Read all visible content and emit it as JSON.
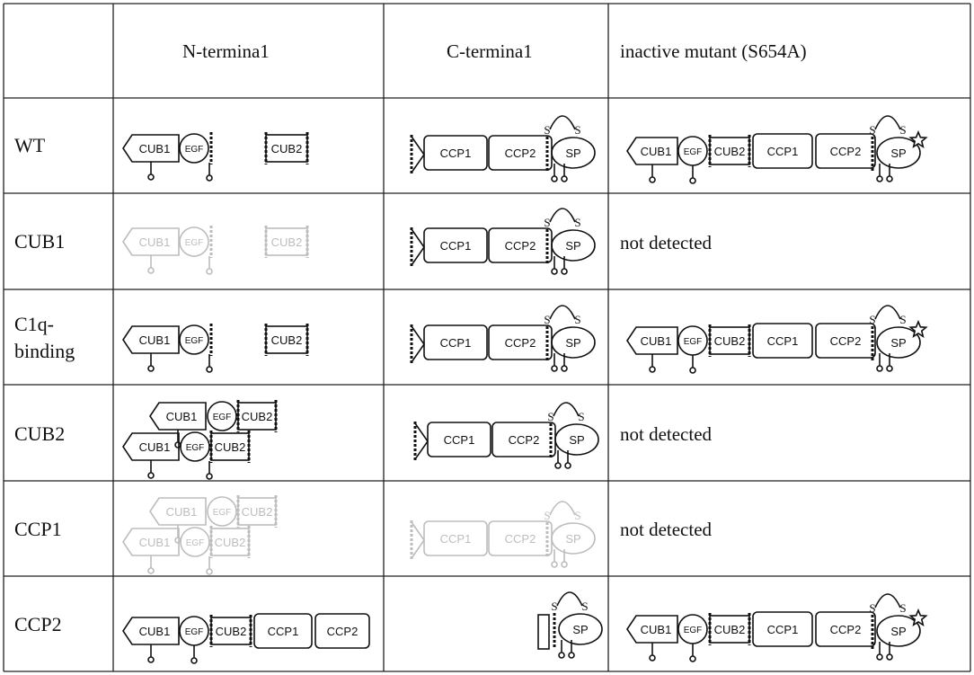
{
  "header": {
    "col1": "N-termina1",
    "col2": "C-termina1",
    "col3": "inactive mutant (S654A)"
  },
  "rows": [
    {
      "label": "WT"
    },
    {
      "label": "CUB1"
    },
    {
      "label": "C1q-binding",
      "label_line1": "C1q-",
      "label_line2": "binding"
    },
    {
      "label": "CUB2"
    },
    {
      "label": "CCP1"
    },
    {
      "label": "CCP2"
    }
  ],
  "domains": {
    "cub1": "CUB1",
    "egf": "EGF",
    "cub2": "CUB2",
    "ccp1": "CCP1",
    "ccp2": "CCP2",
    "sp": "SP",
    "s": "S"
  },
  "status": {
    "not_detected": "not detected"
  },
  "colors": {
    "ink": "#111111",
    "faded": "#bdbdbd",
    "grid": "#222222"
  }
}
